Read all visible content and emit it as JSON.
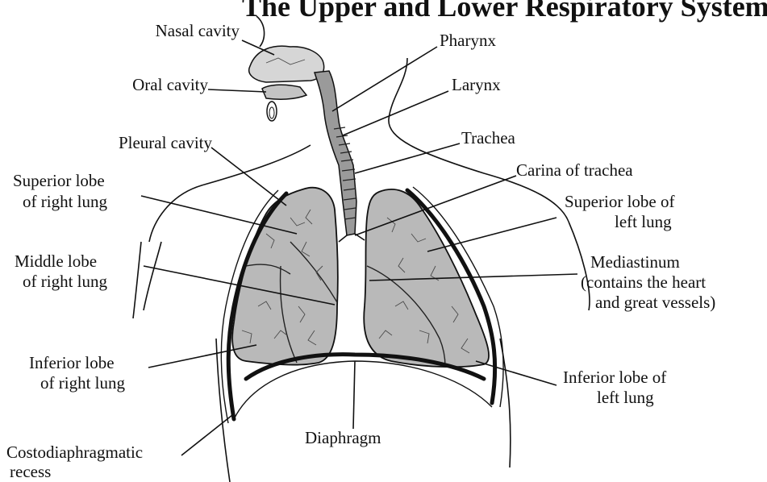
{
  "title": "The Upper and Lower Respiratory System",
  "labels": {
    "nasal_cavity": "Nasal cavity",
    "oral_cavity": "Oral cavity",
    "pharynx": "Pharynx",
    "larynx": "Larynx",
    "trachea": "Trachea",
    "pleural_cavity": "Pleural cavity",
    "carina": "Carina of trachea",
    "superior_right_1": "Superior lobe",
    "superior_right_2": "of right lung",
    "superior_left_1": "Superior lobe of",
    "superior_left_2": "left lung",
    "middle_right_1": "Middle lobe",
    "middle_right_2": "of right lung",
    "mediastinum_1": "Mediastinum",
    "mediastinum_2": "(contains the heart",
    "mediastinum_3": "and great vessels)",
    "inferior_right_1": "Inferior lobe",
    "inferior_right_2": "of right lung",
    "inferior_left_1": "Inferior lobe of",
    "inferior_left_2": "left lung",
    "diaphragm": "Diaphragm",
    "costo_1": "Costodiaphragmatic",
    "costo_2": "recess"
  }
}
